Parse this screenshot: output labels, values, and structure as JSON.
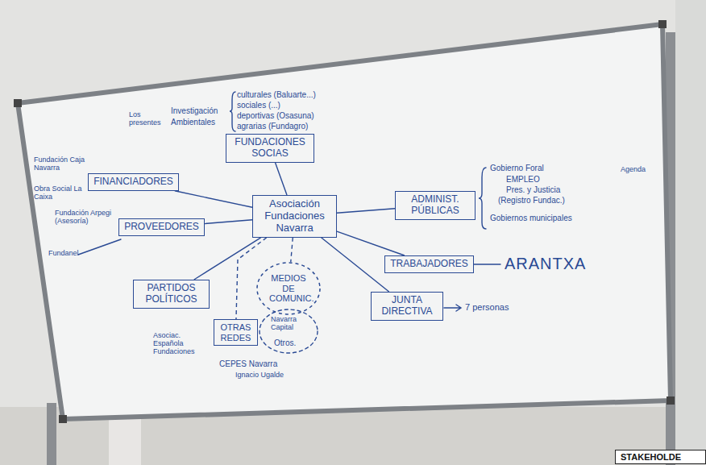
{
  "diagram": {
    "nodes": [
      {
        "text": [
          "FUNDACIONES SOCIAS"
        ]
      },
      {
        "text": [
          "FINANCIADORES"
        ]
      },
      {
        "text": [
          "Asociación Fundaciones Navarra"
        ]
      },
      {
        "text": [
          "ADMINIST. PÚBLICAS"
        ]
      },
      {
        "text": [
          "PROVEEDORES"
        ]
      },
      {
        "text": [
          "TRABAJADORES"
        ]
      },
      {
        "text": [
          "PARTIDOS POLÍTICOS"
        ]
      },
      {
        "text": [
          "MEDIOS DE COMUNIC."
        ]
      },
      {
        "text": [
          "JUNTA DIRECTIVA"
        ]
      },
      {
        "text": [
          "OTRAS REDES"
        ]
      }
    ],
    "edges": [
      {
        "from": 2,
        "to": 0,
        "arrow": "none"
      },
      {
        "from": 2,
        "to": 1,
        "arrow": "none"
      },
      {
        "from": 2,
        "to": 4,
        "arrow": "none"
      },
      {
        "from": 2,
        "to": 3,
        "arrow": "none"
      },
      {
        "from": 2,
        "to": 5,
        "arrow": "none"
      },
      {
        "from": 2,
        "to": 6,
        "arrow": "none"
      },
      {
        "from": 2,
        "to": 7,
        "arrow": "none"
      },
      {
        "from": 2,
        "to": 8,
        "arrow": "none"
      },
      {
        "from": 2,
        "to": 9,
        "arrow": "none"
      }
    ],
    "labels": [
      "Los presentes",
      "Investigación",
      "Ambientales",
      "culturales (Baluarte...)",
      "sociales (...)",
      "deportivas (Osasuna)",
      "agrarias (Fundagro)",
      "Fundación Caja Navarra",
      "Obra Social La Caixa",
      "Fundación Arpegi (Asesoría)",
      "Fundanel",
      "Gobierno Foral",
      "EMPLEO",
      "Pres. y Justicia",
      "(Registro Fundac.)",
      "Agenda",
      "Gobiernos municipales",
      "ARANTXA",
      "7 personas",
      "Navarra Capital",
      "Otros.",
      "Asociac. Española Fundaciones",
      "CEPES Navarra",
      "Ignacio Ugalde",
      "STAKEHOLDE"
    ]
  }
}
